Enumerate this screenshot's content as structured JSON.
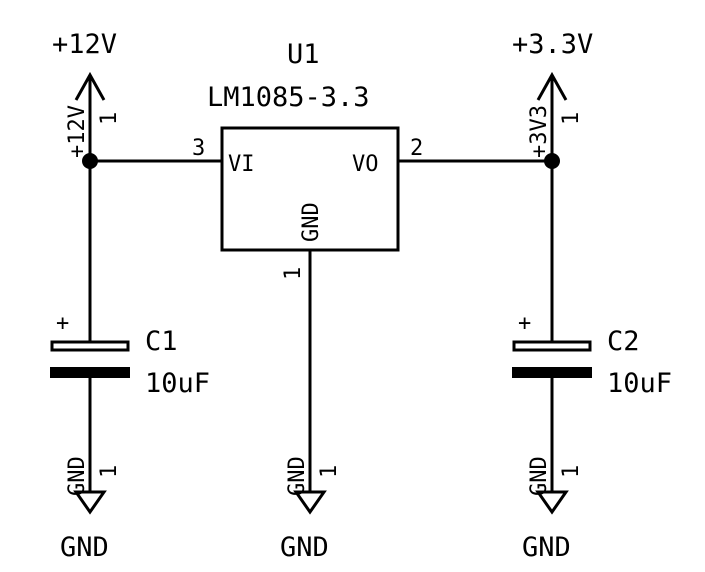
{
  "schematic": {
    "supply_left": {
      "label": "+12V",
      "pin_name": "+12V",
      "pin_num": "1"
    },
    "supply_right": {
      "label": "+3.3V",
      "pin_name": "+3V3",
      "pin_num": "1"
    },
    "regulator": {
      "ref": "U1",
      "value": "LM1085-3.3",
      "pin_in_name": "VI",
      "pin_in_num": "3",
      "pin_out_name": "VO",
      "pin_out_num": "2",
      "pin_gnd_name": "GND",
      "pin_gnd_num": "1"
    },
    "cap_left": {
      "ref": "C1",
      "value": "10uF",
      "polarity": "+"
    },
    "cap_right": {
      "ref": "C2",
      "value": "10uF",
      "polarity": "+"
    },
    "gnd_left": {
      "label": "GND",
      "pin_name": "GND",
      "pin_num": "1"
    },
    "gnd_mid": {
      "label": "GND",
      "pin_name": "GND",
      "pin_num": "1"
    },
    "gnd_right": {
      "label": "GND",
      "pin_name": "GND",
      "pin_num": "1"
    }
  }
}
